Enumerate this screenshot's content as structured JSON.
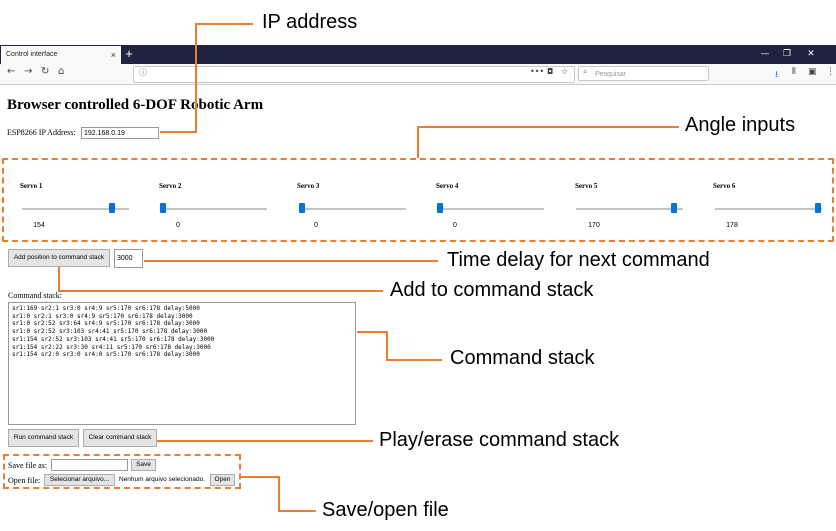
{
  "browser": {
    "tab_title": "Control interface",
    "tab_close": "×",
    "new_tab": "+",
    "url_info_icon": "ⓘ",
    "url_more": "•••",
    "search_placeholder": "Pesquisar"
  },
  "page": {
    "title": "Browser controlled 6-DOF Robotic Arm",
    "ip_label": "ESP8266 IP Address:",
    "ip_value": "192.168.0.19",
    "servos": [
      {
        "label": "Servo 1",
        "value": "154",
        "level": 0.86
      },
      {
        "label": "Servo 2",
        "value": "0",
        "level": 0.0
      },
      {
        "label": "Servo 3",
        "value": "0",
        "level": 0.0
      },
      {
        "label": "Servo 4",
        "value": "0",
        "level": 0.0
      },
      {
        "label": "Servo 5",
        "value": "170",
        "level": 0.94
      },
      {
        "label": "Servo 6",
        "value": "178",
        "level": 0.99
      }
    ],
    "add_button": "Add position to command stack",
    "delay_value": "3000",
    "command_stack_label": "Command stack:",
    "command_stack_text": "sr1:169 sr2:1 sr3:0 sr4:9 sr5:170 sr6:178 delay:5000\nsr1:0 sr2:1 sr3:0 sr4:9 sr5:170 sr6:178 delay:3000\nsr1:0 sr2:52 sr3:64 sr4:9 sr5:170 sr6:178 delay:3000\nsr1:0 sr2:52 sr3:103 sr4:41 sr5:170 sr6:178 delay:3000\nsr1:154 sr2:52 sr3:103 sr4:41 sr5:170 sr6:178 delay:3000\nsr1:154 sr2:22 sr3:30 sr4:11 sr5:170 sr6:178 delay:3000\nsr1:154 sr2:0 sr3:0 sr4:0 sr5:170 sr6:178 delay:3000",
    "run_button": "Run command stack",
    "clear_button": "Clear command stack",
    "save_label": "Save file as:",
    "save_button": "Save",
    "open_label": "Open file:",
    "choose_file_button": "Selecionar arquivo...",
    "no_file_text": "Nenhum arquivo selecionado.",
    "open_button": "Open"
  },
  "annotations": {
    "ip_address": "IP address",
    "angle_inputs": "Angle inputs",
    "time_delay": "Time delay for  next  command",
    "add_to_stack": "Add to command stack",
    "command_stack": "Command stack",
    "play_erase": "Play/erase command stack",
    "save_open": "Save/open file"
  },
  "colors": {
    "annotation_orange": "#ed7d31",
    "slider_blue": "#0074d9",
    "tab_bar": "#202340"
  }
}
